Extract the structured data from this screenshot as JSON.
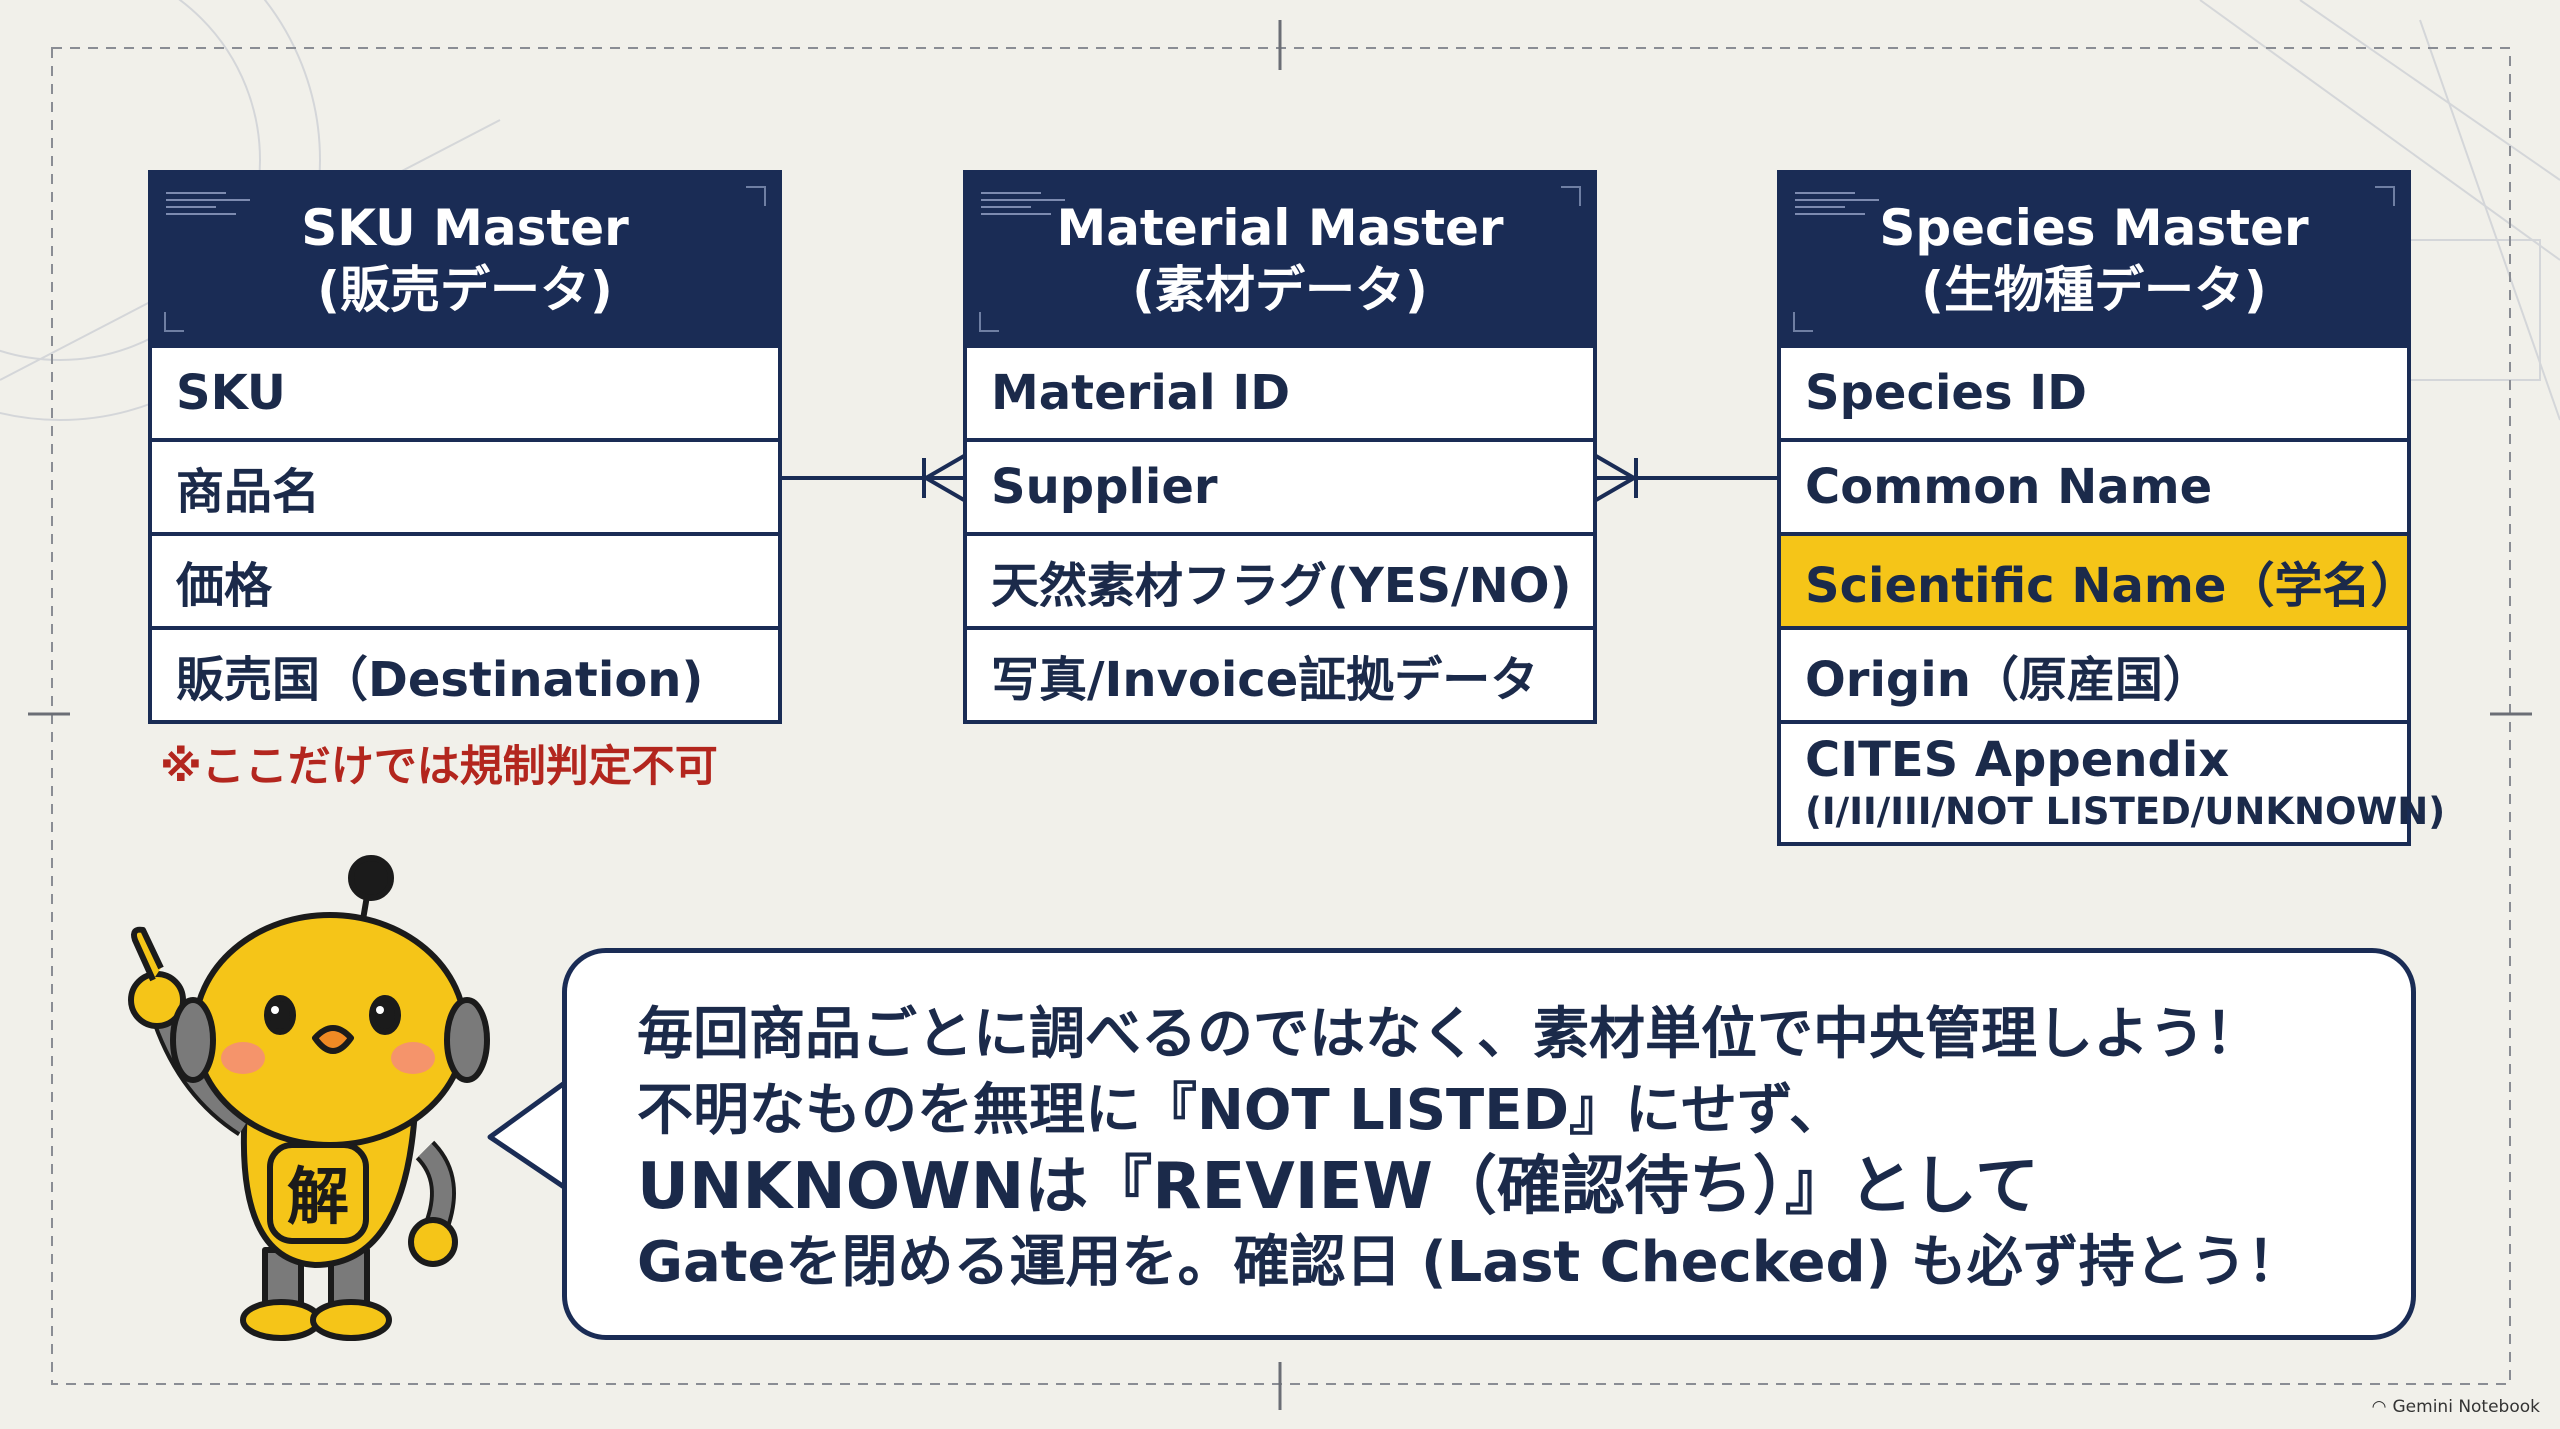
{
  "entities": [
    {
      "title_en": "SKU Master",
      "title_jp": "(販売データ)",
      "fields": [
        "SKU",
        "商品名",
        "価格",
        "販売国（Destination)"
      ]
    },
    {
      "title_en": "Material Master",
      "title_jp": "(素材データ)",
      "fields": [
        "Material ID",
        "Supplier",
        "天然素材フラグ(YES/NO)",
        "写真/Invoice証拠データ"
      ]
    },
    {
      "title_en": "Species Master",
      "title_jp": "(生物種データ)",
      "fields": [
        "Species ID",
        "Common Name",
        "Scientific Name（学名）",
        "Origin（原産国）"
      ],
      "last_field": {
        "main": "CITES Appendix",
        "sub": "(I/II/III/NOT LISTED/UNKNOWN)"
      },
      "highlight_color": "#f5c518"
    }
  ],
  "note": "※ここだけでは規制判定不可",
  "speech": {
    "line1": "毎回商品ごとに調べるのではなく、素材単位で中央管理しよう！",
    "line2": "不明なものを無理に『NOT LISTED』にせず、",
    "line3": "UNKNOWNは『REVIEW（確認待ち）』として",
    "line4": "Gateを閉める運用を。確認日 (Last Checked) も必ず持とう！"
  },
  "mascot": {
    "badge": "解"
  },
  "credit": "Gemini Notebook",
  "colors": {
    "navy": "#1a2c55",
    "highlight": "#f5c518",
    "warning": "#b3261e",
    "background": "#f1f0ea"
  }
}
